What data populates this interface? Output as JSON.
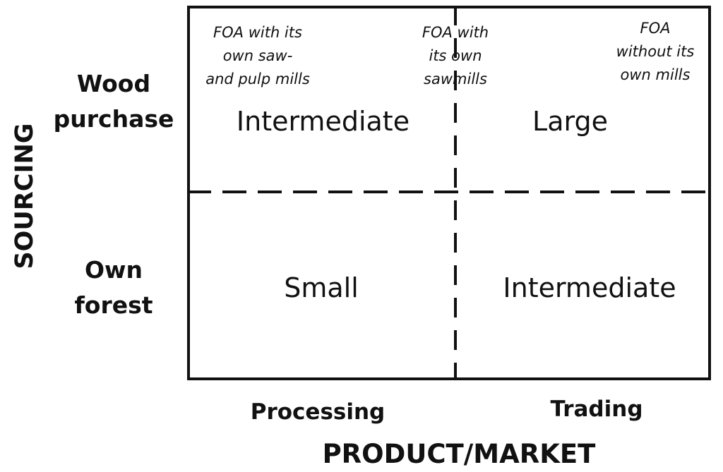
{
  "axes": {
    "y_title": "SOURCING",
    "x_title": "PRODUCT/MARKET"
  },
  "rows": [
    {
      "label": "Wood\npurchase"
    },
    {
      "label": "Own\nforest"
    }
  ],
  "columns": [
    {
      "label": "Processing"
    },
    {
      "label": "Trading"
    }
  ],
  "annotations": [
    "FOA with its\nown saw-\nand pulp mills",
    "FOA with\nits own\nsawmills",
    "FOA\nwithout its\nown mills"
  ],
  "cells": {
    "top_left": "Intermediate",
    "top_right": "Large",
    "bottom_left": "Small",
    "bottom_right": "Intermediate"
  }
}
